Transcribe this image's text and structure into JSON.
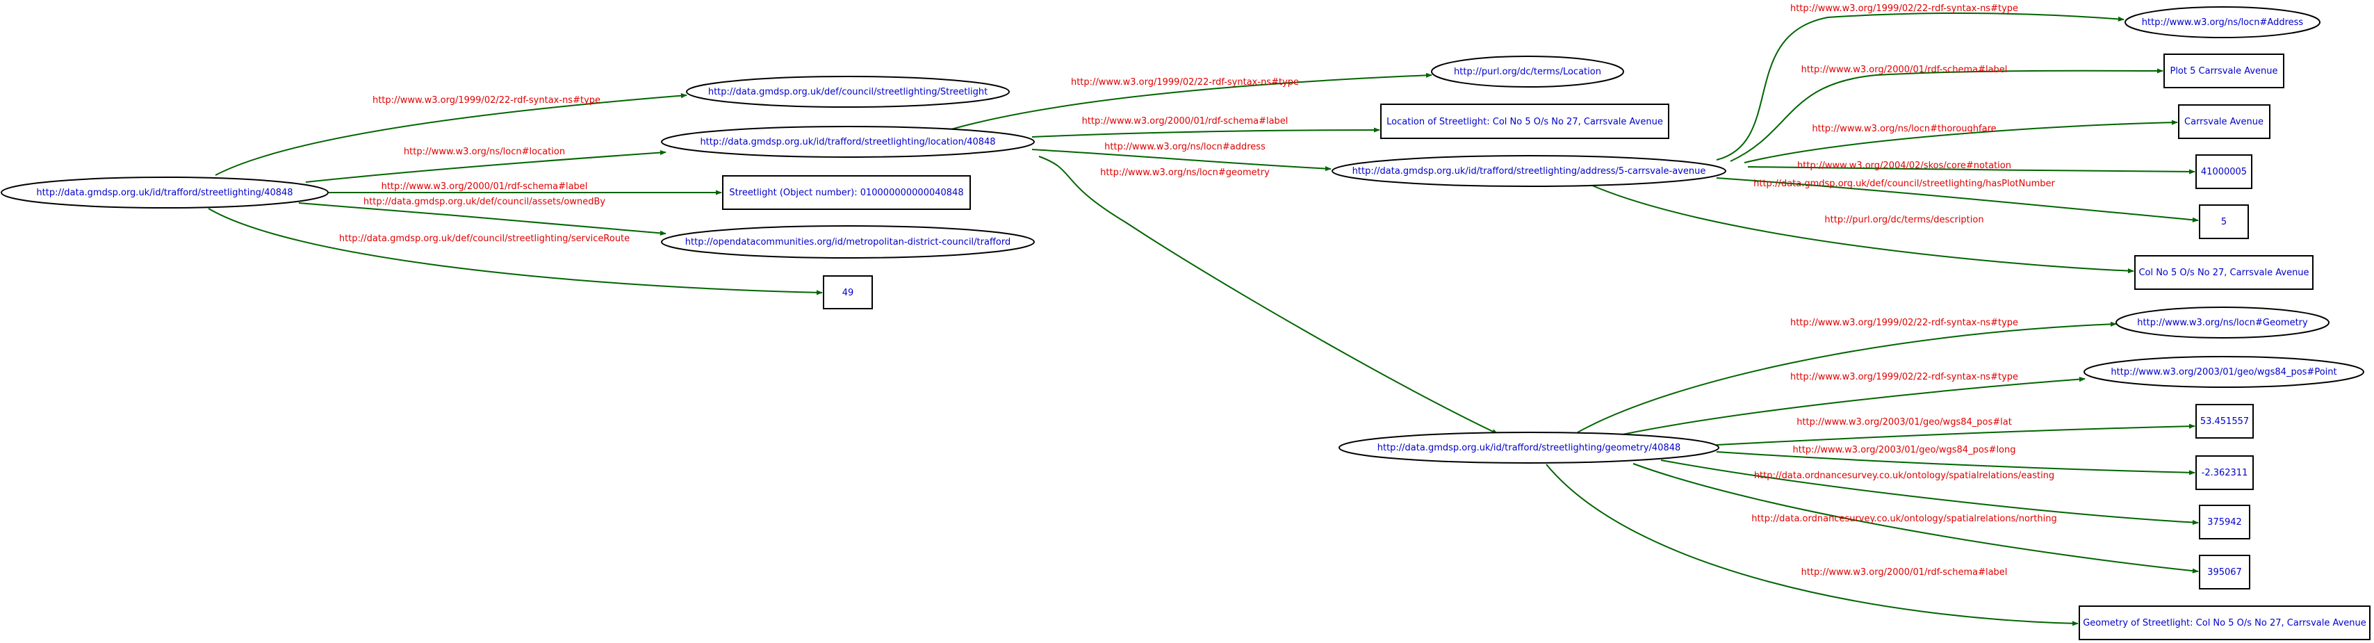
{
  "colors": {
    "node_text": "#0000cc",
    "edge": "#006400",
    "edge_label": "#e00000",
    "outline": "#000000"
  },
  "nodes": {
    "n1": "http://data.gmdsp.org.uk/id/trafford/streetlighting/40848",
    "n2": "http://data.gmdsp.org.uk/def/council/streetlighting/Streetlight",
    "n3": "http://data.gmdsp.org.uk/id/trafford/streetlighting/location/40848",
    "n4": "Streetlight (Object number): 010000000000040848",
    "n5": "http://opendatacommunities.org/id/metropolitan-district-council/trafford",
    "n6": "49",
    "n7": "http://purl.org/dc/terms/Location",
    "n8": "Location of Streetlight: Col No 5 O/s No 27, Carrsvale Avenue",
    "n9": "http://data.gmdsp.org.uk/id/trafford/streetlighting/address/5-carrsvale-avenue",
    "n10": "http://data.gmdsp.org.uk/id/trafford/streetlighting/geometry/40848",
    "n11": "http://www.w3.org/ns/locn#Address",
    "n12": "Plot 5 Carrsvale Avenue",
    "n13": "Carrsvale Avenue",
    "n14": "41000005",
    "n15": "5",
    "n16": "Col No 5 O/s No 27, Carrsvale Avenue",
    "n17": "http://www.w3.org/ns/locn#Geometry",
    "n18": "http://www.w3.org/2003/01/geo/wgs84_pos#Point",
    "n19": "53.451557",
    "n20": "-2.362311",
    "n21": "375942",
    "n22": "395067",
    "n23": "Geometry of Streetlight: Col No 5 O/s No 27, Carrsvale Avenue"
  },
  "edges": {
    "e1": "http://www.w3.org/1999/02/22-rdf-syntax-ns#type",
    "e2": "http://www.w3.org/ns/locn#location",
    "e3": "http://www.w3.org/2000/01/rdf-schema#label",
    "e4": "http://data.gmdsp.org.uk/def/council/assets/ownedBy",
    "e5": "http://data.gmdsp.org.uk/def/council/streetlighting/serviceRoute",
    "e6": "http://www.w3.org/1999/02/22-rdf-syntax-ns#type",
    "e7": "http://www.w3.org/2000/01/rdf-schema#label",
    "e8": "http://www.w3.org/ns/locn#address",
    "e9": "http://www.w3.org/ns/locn#geometry",
    "e10": "http://www.w3.org/1999/02/22-rdf-syntax-ns#type",
    "e11": "http://www.w3.org/2000/01/rdf-schema#label",
    "e12": "http://www.w3.org/ns/locn#thoroughfare",
    "e13": "http://www.w3.org/2004/02/skos/core#notation",
    "e14": "http://data.gmdsp.org.uk/def/council/streetlighting/hasPlotNumber",
    "e15": "http://purl.org/dc/terms/description",
    "e16": "http://www.w3.org/1999/02/22-rdf-syntax-ns#type",
    "e17": "http://www.w3.org/1999/02/22-rdf-syntax-ns#type",
    "e18": "http://www.w3.org/2003/01/geo/wgs84_pos#lat",
    "e19": "http://www.w3.org/2003/01/geo/wgs84_pos#long",
    "e20": "http://data.ordnancesurvey.co.uk/ontology/spatialrelations/easting",
    "e21": "http://data.ordnancesurvey.co.uk/ontology/spatialrelations/northing",
    "e22": "http://www.w3.org/2000/01/rdf-schema#label"
  }
}
